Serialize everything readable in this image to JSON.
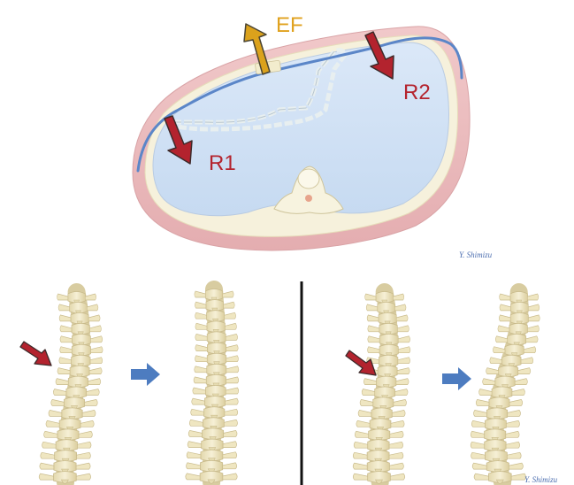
{
  "labels": {
    "ef": "EF",
    "r1": "R1",
    "r2": "R2"
  },
  "signature": "Y. Shimizu",
  "colors": {
    "skin": "#ebbcbe",
    "fat_layer": "#f6f1dc",
    "lung": "#cfe0f4",
    "rib_line": "#5b86c8",
    "force_arrow_red": "#b3232e",
    "force_arrow_gold": "#dba21c",
    "label_red": "#b4242e",
    "label_gold": "#e0a21f",
    "bone": "#efe7c2",
    "bone_shadow": "#cfc39a",
    "transition_arrow": "#4d7cc0",
    "divider": "#111111"
  },
  "panels": [
    {
      "name": "left-comparison"
    },
    {
      "name": "right-comparison"
    }
  ]
}
